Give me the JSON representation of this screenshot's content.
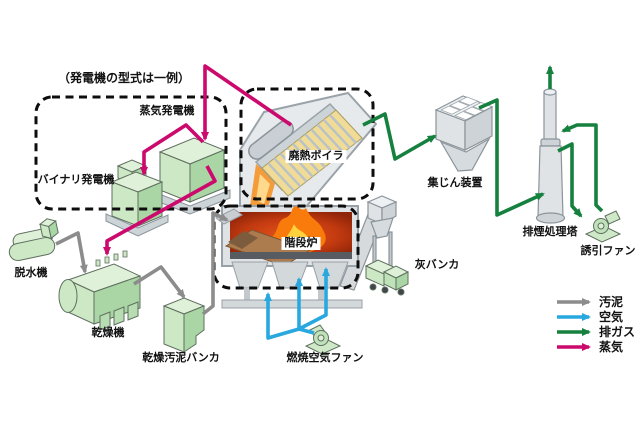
{
  "diagram": {
    "note": "（発電機の型式は一例）",
    "components": {
      "dewatering_machine": "脱水機",
      "dryer": "乾燥機",
      "dried_sludge_bunker": "乾燥汚泥バンカ",
      "steam_generator": "蒸気発電機",
      "binary_generator": "バイナリ発電機",
      "waste_heat_boiler": "廃熱ボイラ",
      "step_furnace": "階段炉",
      "combustion_air_fan": "燃焼空気ファン",
      "ash_bunker": "灰バンカ",
      "dust_collector": "集じん装置",
      "flue_gas_treatment_tower": "排煙処理塔",
      "induced_fan": "誘引ファン"
    },
    "legend": {
      "items": [
        {
          "key": "sludge",
          "label": "汚泥"
        },
        {
          "key": "air",
          "label": "空気"
        },
        {
          "key": "gas",
          "label": "排ガス"
        },
        {
          "key": "steam",
          "label": "蒸気"
        }
      ]
    },
    "colors": {
      "sludge": "#8c8c8c",
      "air": "#29a8df",
      "gas": "#16813f",
      "steam": "#cc0a6e"
    }
  }
}
